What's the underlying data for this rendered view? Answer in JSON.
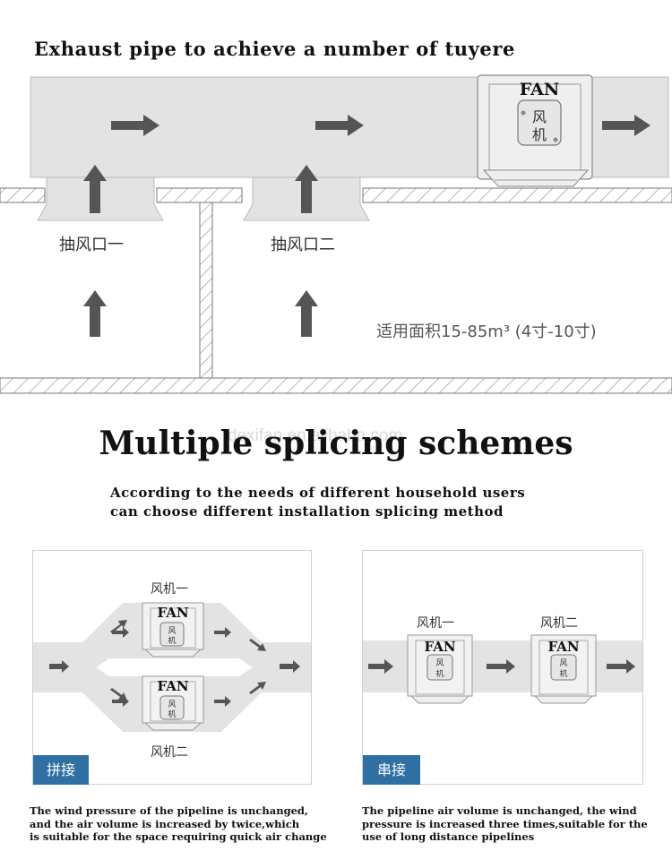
{
  "top": {
    "title": "Exhaust pipe to achieve a number of tuyere",
    "fan_label": "FAN",
    "fan_char_1": "风",
    "fan_char_2": "机",
    "inlet_1": "抽风口一",
    "inlet_2": "抽风口二",
    "area_note": "适用面积15-85m³ (4寸-10寸)"
  },
  "middle": {
    "title": "Multiple splicing schemes",
    "watermark": "dexifan.en.alibaba.com",
    "subtitle_line1": "According to the needs of different household users",
    "subtitle_line2": "can choose different installation splicing method"
  },
  "left_panel": {
    "fan_top_label": "风机一",
    "fan_bottom_label": "风机二",
    "fan_label": "FAN",
    "tag": "拼接",
    "caption_line1": "The wind pressure of the pipeline is unchanged,",
    "caption_line2": "and the air volume is increased by twice,which",
    "caption_line3": "is suitable for the space requiring quick air change"
  },
  "right_panel": {
    "fan_1_label": "风机一",
    "fan_2_label": "风机二",
    "fan_label": "FAN",
    "tag": "串接",
    "caption_line1": "The pipeline air volume is unchanged, the wind",
    "caption_line2": "pressure is increased three times,suitable for the",
    "caption_line3": "use of long distance pipelines"
  },
  "colors": {
    "duct": "#e3e3e3",
    "arrow": "#555555",
    "hatch": "#888888",
    "tag_blue": "#2e6fa4"
  }
}
